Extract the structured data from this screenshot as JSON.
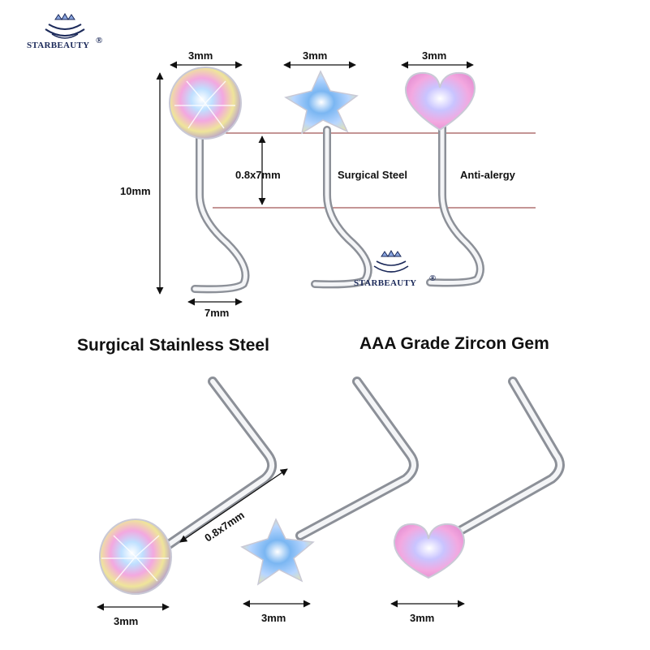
{
  "brand": {
    "logo_text": "STARBEAUTY",
    "registered_mark": "®"
  },
  "top_diagram": {
    "gem_widths": [
      "3mm",
      "3mm",
      "3mm"
    ],
    "total_height": "10mm",
    "pin_length": "0.8x7mm",
    "material_label": "Surgical Steel",
    "feature_label": "Anti-alergy",
    "curl_width": "7mm"
  },
  "headings": {
    "left": "Surgical Stainless Steel",
    "right": "AAA Grade Zircon Gem"
  },
  "bottom_diagram": {
    "pin_length": "0.8x7mm",
    "gem_widths": [
      "3mm",
      "3mm",
      "3mm"
    ]
  },
  "colors": {
    "steel_light": "#f4f5f7",
    "steel_dark": "#8e9299",
    "gem_pink": "#f3a8e0",
    "gem_blue": "#7ab6f2",
    "gem_yellow": "#efe59a",
    "logo_navy": "#1c2a5a",
    "guide_line": "#8a2b2b"
  }
}
